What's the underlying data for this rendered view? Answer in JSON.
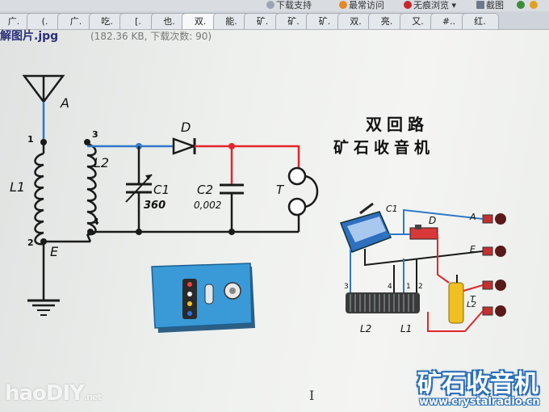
{
  "topbar": {
    "download_support": "下载支持",
    "most_visited": "最常访问",
    "no_ad_browse": "无痕浏览",
    "screenshot": "截图"
  },
  "tabs": [
    "广.",
    "(.",
    "广.",
    "吃.",
    "[.",
    "也.",
    "双.",
    "能.",
    "矿.",
    "矿.",
    "矿.",
    "双.",
    "亮.",
    "又.",
    "#..",
    "红."
  ],
  "file": {
    "name": "解图片.jpg",
    "meta": "(182.36 KB, 下载次数: 90)"
  },
  "diagram": {
    "title_line1": "双回路",
    "title_line2": "矿石收音机",
    "schematic": {
      "antenna": "A",
      "ground": "E",
      "coil1": "L1",
      "coil2": "L2",
      "node1": "1",
      "node2": "2",
      "node3": "3",
      "node4": "4",
      "diode": "D",
      "cap1": "C1",
      "cap1_value": "360",
      "cap2": "C2",
      "cap2_value": "0,002",
      "phones": "T"
    },
    "wiring": {
      "cap": "C1",
      "diode": "D",
      "antenna": "A",
      "ground": "E",
      "phones_top": "",
      "phones": "T",
      "node3": "3",
      "node4": "4",
      "node1": "1",
      "node2": "2",
      "coil2": "L2",
      "coil1": "L1",
      "coil_l2_vertical": "L2"
    }
  },
  "watermark": {
    "left": "haoDIY",
    "left_suffix": ".net",
    "brand_cn": "矿石收音机",
    "brand_url": "www.crystalradio.cn"
  },
  "cursor_glyph": "I",
  "colors": {
    "blue_wire": "#2f78c8",
    "red_wire": "#e2262b",
    "black_wire": "#1a1a1a",
    "device_blue": "#3a9ad8"
  }
}
